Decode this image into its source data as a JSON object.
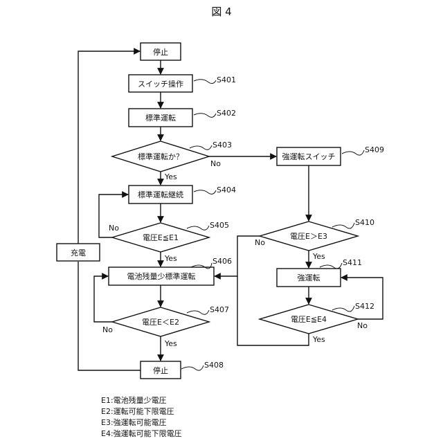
{
  "figure_title": "図 4",
  "nodes": {
    "stop_top": "停止",
    "switch_op": "スイッチ操作",
    "standard_run": "標準運転",
    "is_standard": "標準運転か？",
    "standard_continue": "標準運転継続",
    "voltage_e1": "電圧E≦E1",
    "low_battery_run": "電池残量少標準運転",
    "voltage_e2": "電圧E＜E2",
    "stop_bottom": "停止",
    "strong_switch": "強運転スイッチ",
    "voltage_e3": "電圧E＞E3",
    "strong_run": "強運転",
    "voltage_e4": "電圧E≦E4",
    "charge": "充電"
  },
  "steps": {
    "s401": "S401",
    "s402": "S402",
    "s403": "S403",
    "s404": "S404",
    "s405": "S405",
    "s406": "S406",
    "s407": "S407",
    "s408": "S408",
    "s409": "S409",
    "s410": "S410",
    "s411": "S411",
    "s412": "S412"
  },
  "branches": {
    "no": "No",
    "yes": "Yes"
  },
  "legend": [
    "E1:電池残量少電圧",
    "E2:運転可能下限電圧",
    "E3:強運転可能電圧",
    "E4:強運転可能下限電圧"
  ]
}
